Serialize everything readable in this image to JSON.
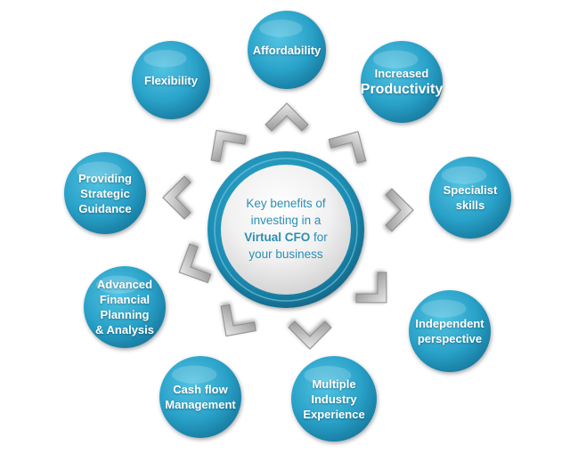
{
  "center": {
    "line1": "Key benefits of",
    "line2": "investing in a",
    "line3_bold": "Virtual CFO",
    "line3_rest": " for",
    "line4": "your business"
  },
  "benefits": [
    {
      "id": "affordability",
      "lines": [
        "Affordability"
      ]
    },
    {
      "id": "increased-productivity",
      "lines": [
        "Increased",
        "Productivity"
      ]
    },
    {
      "id": "specialist-skills",
      "lines": [
        "Specialist",
        "skills"
      ]
    },
    {
      "id": "independent-perspective",
      "lines": [
        "Independent",
        "perspective"
      ]
    },
    {
      "id": "multiple-industry-experience",
      "lines": [
        "Multiple",
        "Industry",
        "Experience"
      ]
    },
    {
      "id": "cash-flow-management",
      "lines": [
        "Cash flow",
        "Management"
      ]
    },
    {
      "id": "advanced-financial-planning",
      "lines": [
        "Advanced",
        "Financial",
        "Planning",
        "& Analysis"
      ]
    },
    {
      "id": "providing-strategic-guidance",
      "lines": [
        "Providing",
        "Strategic",
        "Guidance"
      ]
    },
    {
      "id": "flexibility",
      "lines": [
        "Flexibility"
      ]
    }
  ],
  "colors": {
    "circle_light": "#3fb7d9",
    "circle_dark": "#1a84aa",
    "ring": "#1f8fb5",
    "arrow": "#b8b8b8"
  }
}
